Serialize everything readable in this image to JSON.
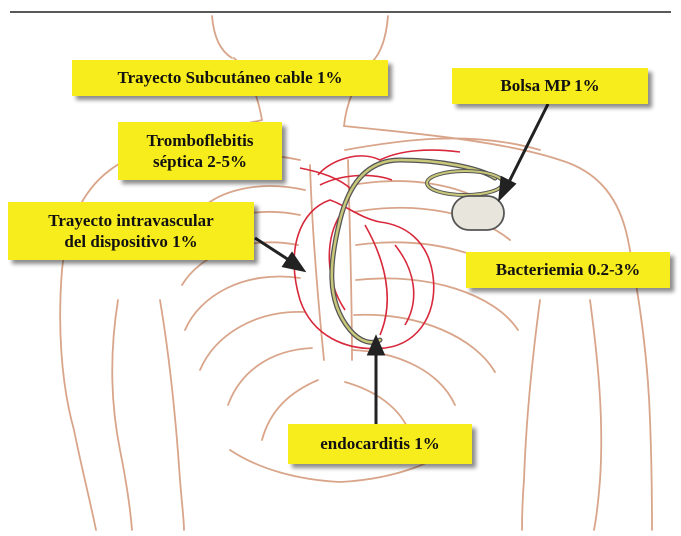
{
  "labels": {
    "subcutaneous": "Trayecto Subcutáneo cable 1%",
    "pocket": "Bolsa MP 1%",
    "thrombophlebitis": [
      "Tromboflebitis",
      "séptica 2-5%"
    ],
    "intravascular": [
      "Trayecto intravascular",
      "del dispositivo 1%"
    ],
    "bacteremia": "Bacteriemia 0.2-3%",
    "endocarditis": "endocarditis 1%"
  },
  "colors": {
    "label_background": "#f7ec1c",
    "body_outline": "#d9a58a",
    "heart_outline": "#d8283b",
    "device_lead": "#c9c87a",
    "arrow": "#222222"
  }
}
